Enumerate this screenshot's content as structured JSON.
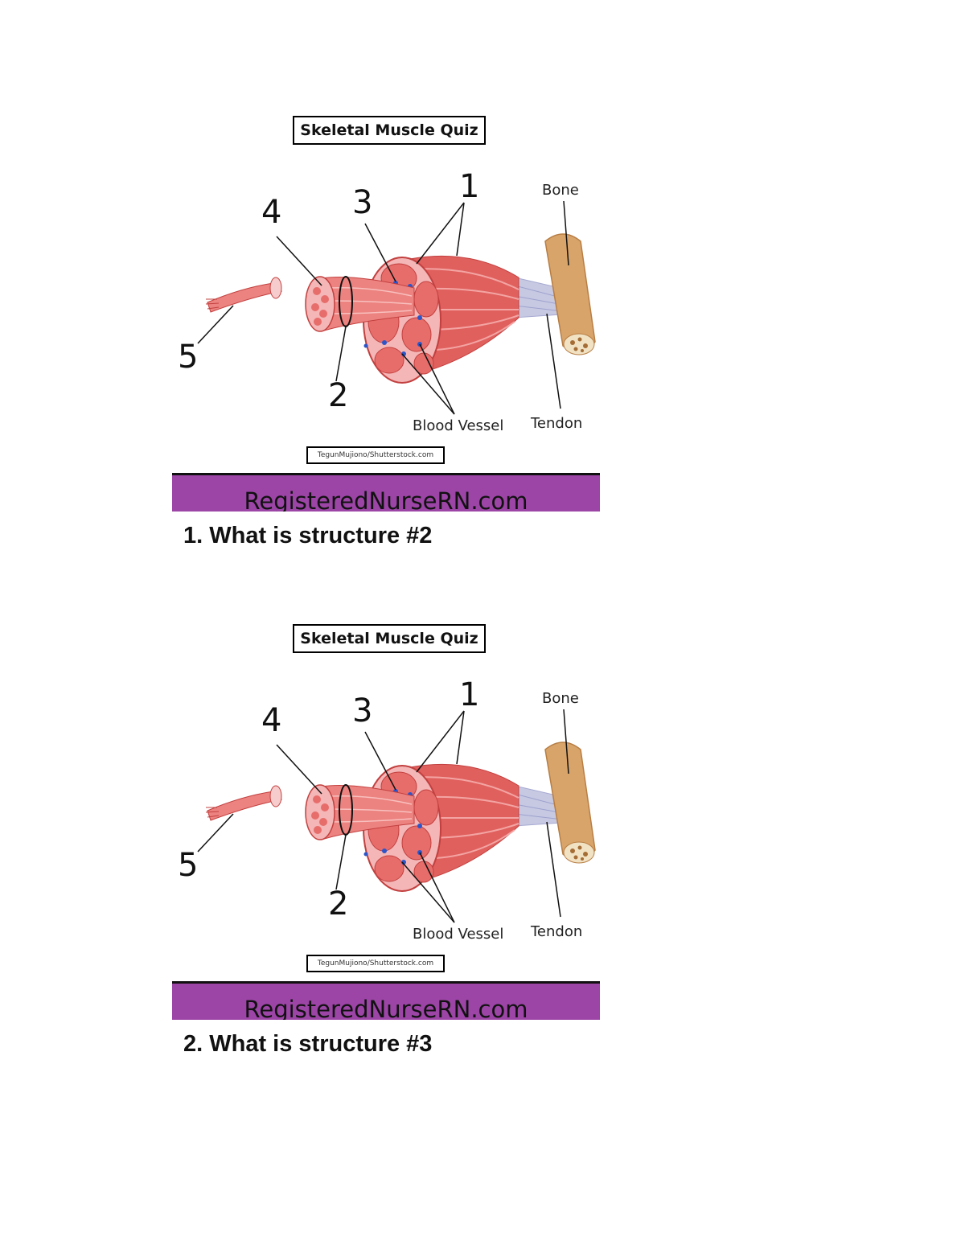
{
  "quizzes": [
    {
      "title": "Skeletal Muscle Quiz",
      "labels": {
        "n1": "1",
        "n2": "2",
        "n3": "3",
        "n4": "4",
        "n5": "5",
        "bone": "Bone",
        "tendon": "Tendon",
        "blood_vessel": "Blood Vessel"
      },
      "credit": "TegunMujiono/Shutterstock.com",
      "banner": "RegisteredNurseRN.com",
      "question": "1. What is structure #2"
    },
    {
      "title": "Skeletal Muscle Quiz",
      "labels": {
        "n1": "1",
        "n2": "2",
        "n3": "3",
        "n4": "4",
        "n5": "5",
        "bone": "Bone",
        "tendon": "Tendon",
        "blood_vessel": "Blood Vessel"
      },
      "credit": "TegunMujiono/Shutterstock.com",
      "banner": "RegisteredNurseRN.com",
      "question": "2. What is structure #3"
    }
  ],
  "colors": {
    "banner": "#9c45a6",
    "muscle": "#e0605e",
    "bone": "#d9a46a",
    "tendon": "#c7c9e3",
    "vessel": "#2b55c9"
  }
}
